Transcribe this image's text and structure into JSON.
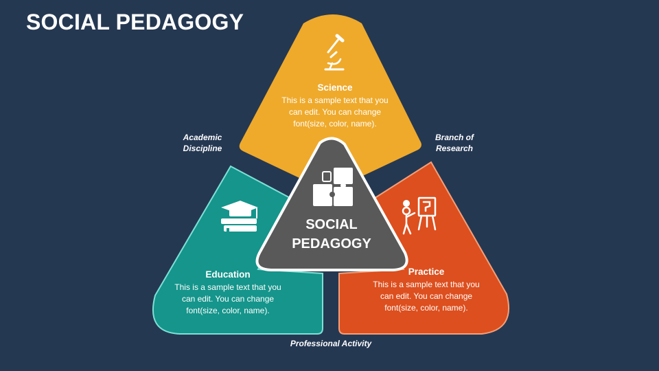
{
  "title": "SOCIAL PEDAGOGY",
  "center": {
    "line1": "SOCIAL",
    "line2": "PEDAGOGY",
    "icon": "puzzle-icon"
  },
  "sections": [
    {
      "id": "science",
      "heading": "Science",
      "lines": [
        "This is a sample text that you",
        "can edit. You can change",
        "font(size, color, name)."
      ],
      "color": "#EFAA2B",
      "icon": "microscope-icon"
    },
    {
      "id": "education",
      "heading": "Education",
      "lines": [
        "This is a sample text that you",
        "can edit. You can change",
        "font(size, color, name)."
      ],
      "color": "#15958B",
      "icon": "graduation-cap-books-icon"
    },
    {
      "id": "practice",
      "heading": "Practice",
      "lines": [
        "This is a sample text that you",
        "can edit. You can change",
        "font(size, color, name)."
      ],
      "color": "#DD4F1E",
      "icon": "presenter-board-icon"
    }
  ],
  "connectors": {
    "academic": [
      "Academic",
      "Discipline"
    ],
    "branch": [
      "Branch of",
      "Research"
    ],
    "professional": [
      "Professional Activity"
    ]
  },
  "colors": {
    "background": "#253852",
    "center": "#595959"
  }
}
